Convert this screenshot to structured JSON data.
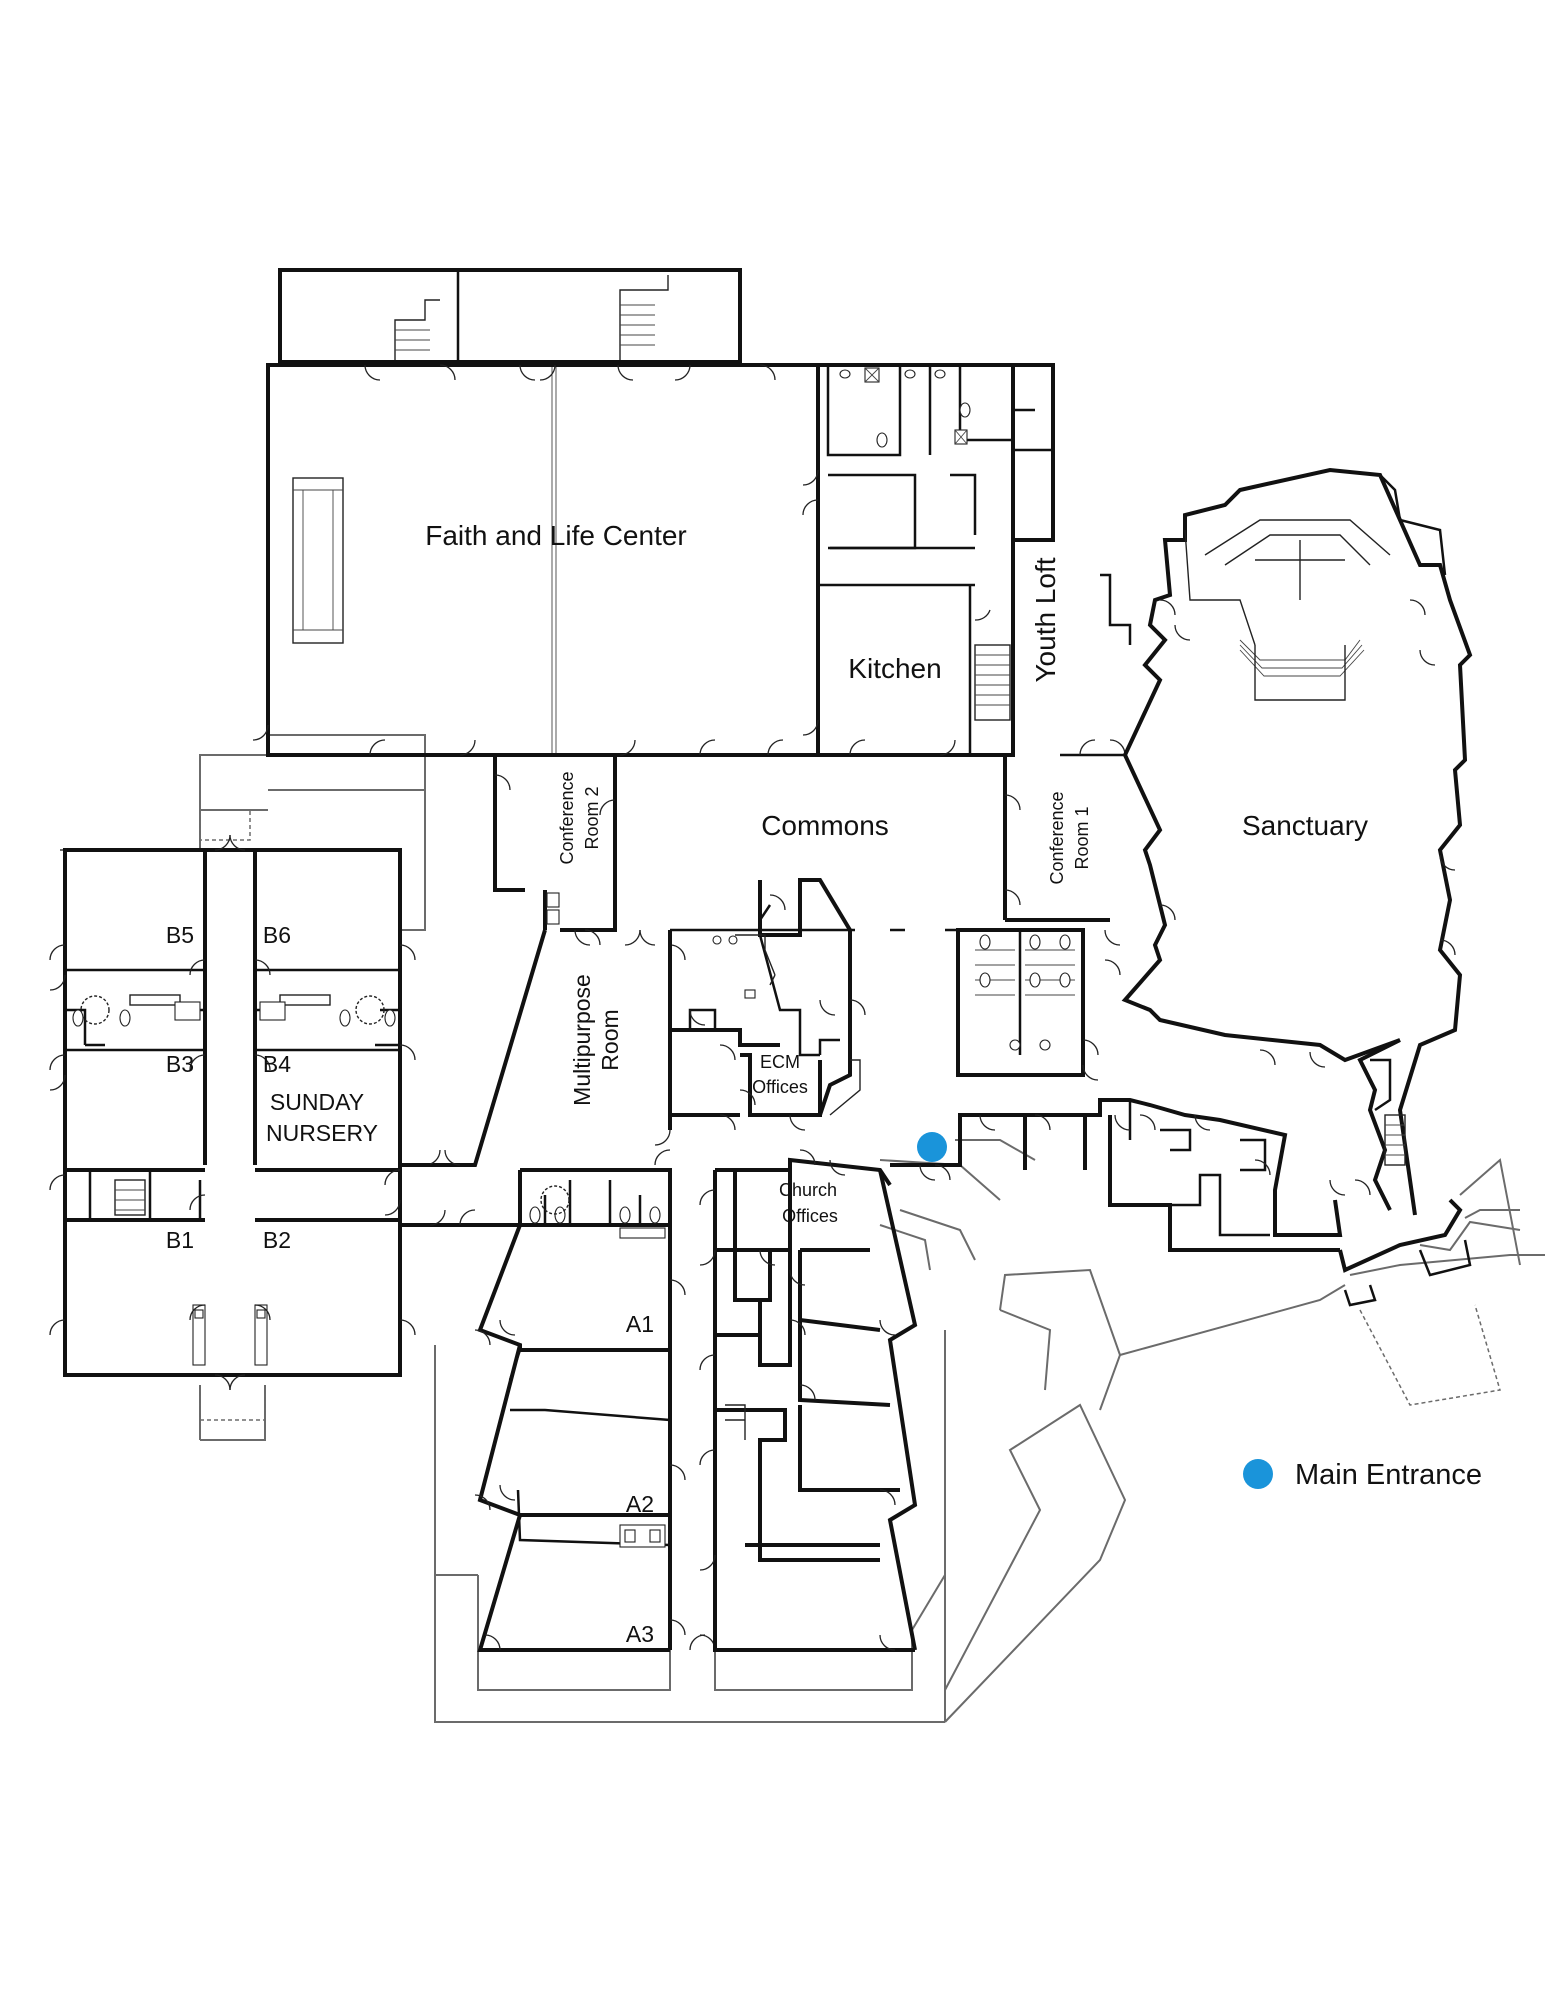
{
  "rooms": {
    "faith_life_center": "Faith and Life Center",
    "kitchen": "Kitchen",
    "youth_loft": "Youth Loft",
    "sanctuary": "Sanctuary",
    "commons": "Commons",
    "conference_room_2": {
      "line1": "Conference",
      "line2": "Room 2"
    },
    "conference_room_1": {
      "line1": "Conference",
      "line2": "Room 1"
    },
    "multipurpose_room": {
      "line1": "Multipurpose",
      "line2": "Room"
    },
    "ecm_offices": {
      "line1": "ECM",
      "line2": "Offices"
    },
    "church_offices": {
      "line1": "Church",
      "line2": "Offices"
    },
    "sunday_nursery": {
      "line1": "SUNDAY",
      "line2": "NURSERY"
    },
    "b5": "B5",
    "b6": "B6",
    "b3": "B3",
    "b4": "B4",
    "b1": "B1",
    "b2": "B2",
    "a1": "A1",
    "a2": "A2",
    "a3": "A3"
  },
  "legend": {
    "main_entrance": "Main Entrance"
  },
  "colors": {
    "entrance_marker": "#1a94da",
    "wall": "#111111",
    "site": "#6b6b6b"
  }
}
